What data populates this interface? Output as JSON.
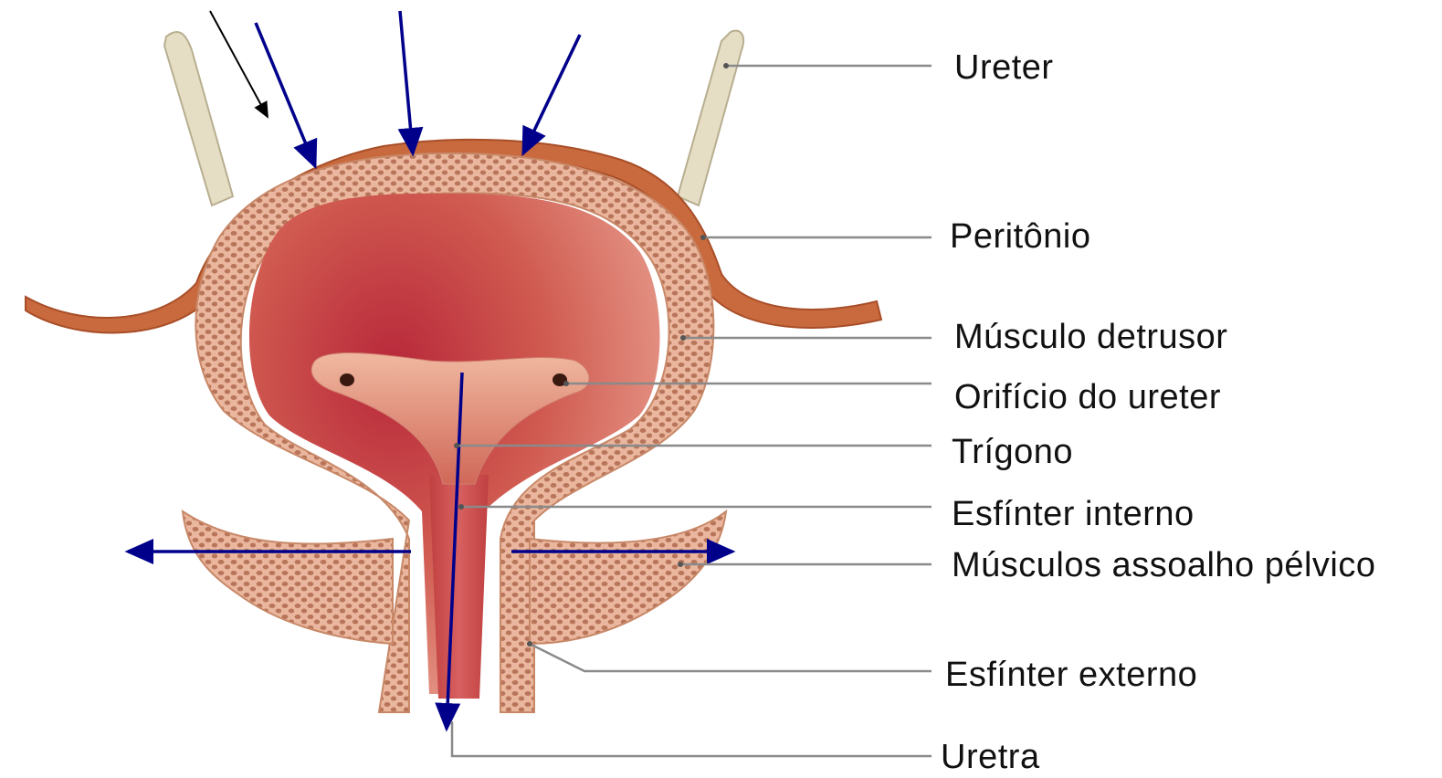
{
  "labels": {
    "ureter": "Ureter",
    "peritonio": "Peritônio",
    "musculo_detrusor": "Músculo detrusor",
    "orificio_ureter": "Orifício do ureter",
    "trigono": "Trígono",
    "esfincter_interno": "Esfínter interno",
    "musculos_assoalho": "Músculos assoalho pélvico",
    "esfincter_externo": "Esfínter externo",
    "uretra": "Uretra"
  },
  "colors": {
    "peritoneum": "#c8683c",
    "muscle_wall": "#e8b49a",
    "muscle_cell": "#b87858",
    "lumen": "#c84848",
    "trigone": "#e89880",
    "ureter": "#e8e0c8",
    "arrow_blue": "#00008b",
    "leader_gray": "#888888"
  }
}
